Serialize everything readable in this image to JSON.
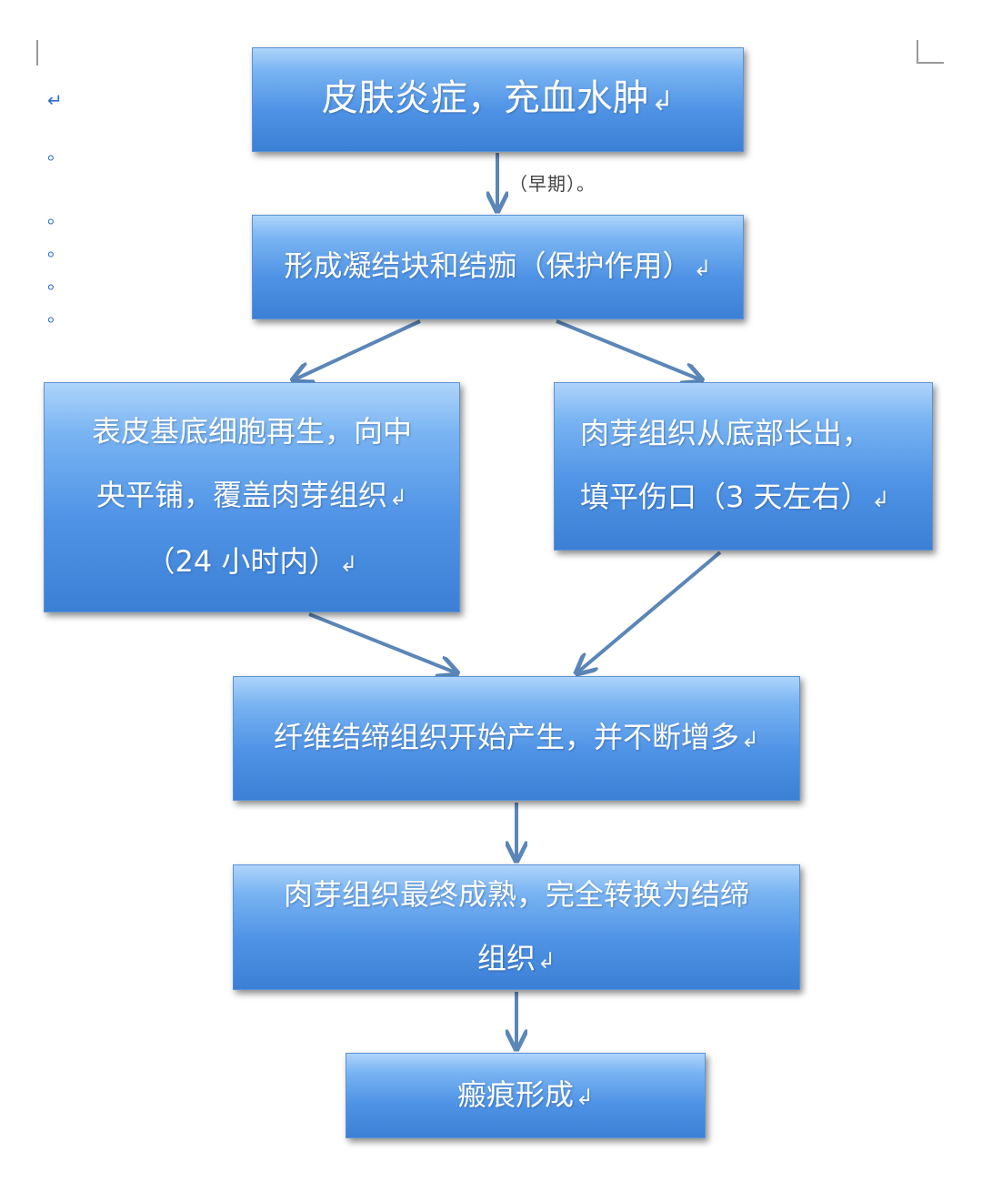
{
  "boxes": {
    "b1": {
      "text": "皮肤炎症，充血水肿"
    },
    "b2": {
      "text": "形成凝结块和结痂（保护作用）"
    },
    "b3": {
      "lines": [
        "表皮基底细胞再生，向中",
        "央平铺，覆盖肉芽组织",
        "（24 小时内）"
      ]
    },
    "b4": {
      "lines": [
        "肉芽组织从底部长出，",
        "填平伤口（3 天左右）"
      ]
    },
    "b5": {
      "text": "纤维结缔组织开始产生，并不断增多"
    },
    "b6": {
      "lines": [
        "肉芽组织最终成熟，完全转换为结缔",
        "组织"
      ]
    },
    "b7": {
      "text": "瘢痕形成"
    }
  },
  "edge_label": "（早期）。",
  "paragraph_mark": "↲",
  "margin_marks": [
    "↵",
    "。",
    "。",
    "。",
    "。",
    "。"
  ],
  "colors": {
    "box_top": "#aed4fa",
    "box_bottom": "#3c80d6",
    "arrow": "#5b86b8",
    "text": "#ffffff"
  }
}
